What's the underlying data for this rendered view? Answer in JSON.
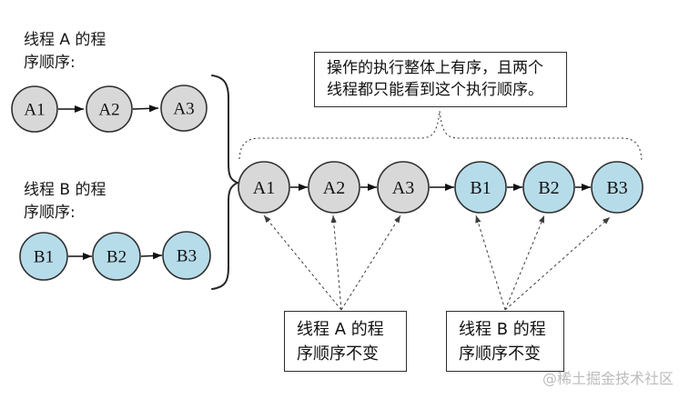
{
  "diagram": {
    "thread_a_label": {
      "line1": "线程 A 的程",
      "line2": "序顺序:"
    },
    "thread_b_label": {
      "line1": "线程 B 的程",
      "line2": "序顺序:"
    },
    "thread_a_nodes": [
      "A1",
      "A2",
      "A3"
    ],
    "thread_b_nodes": [
      "B1",
      "B2",
      "B3"
    ],
    "merged_nodes": [
      "A1",
      "A2",
      "A3",
      "B1",
      "B2",
      "B3"
    ],
    "top_callout": {
      "line1": "操作的执行整体上有序，且两个",
      "line2": "线程都只能看到这个执行顺序。"
    },
    "bottom_callout_a": {
      "line1": "线程 A 的程",
      "line2": "序顺序不变"
    },
    "bottom_callout_b": {
      "line1": "线程 B 的程",
      "line2": "序顺序不变"
    },
    "watermark": "@稀土掘金技术社区",
    "colors": {
      "thread_a_fill": "#d8d8d8",
      "thread_b_fill": "#b6dcea",
      "node_stroke": "#2f2f2f"
    }
  }
}
